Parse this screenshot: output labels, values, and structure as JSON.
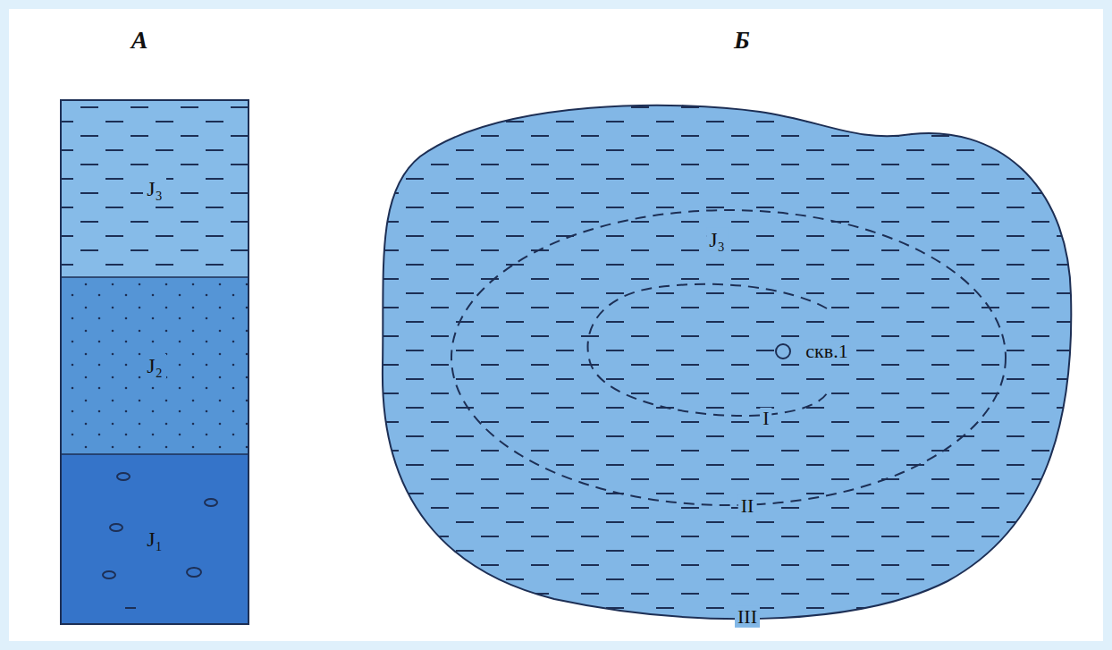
{
  "diagram": {
    "nodes": [
      {
        "text": [
          "J₃"
        ]
      },
      {
        "text": [
          "J₂"
        ]
      },
      {
        "text": [
          "J₁"
        ]
      }
    ],
    "labels": [
      "А",
      "Б",
      "J₃",
      "скв.1",
      "I",
      "II",
      "III"
    ]
  }
}
